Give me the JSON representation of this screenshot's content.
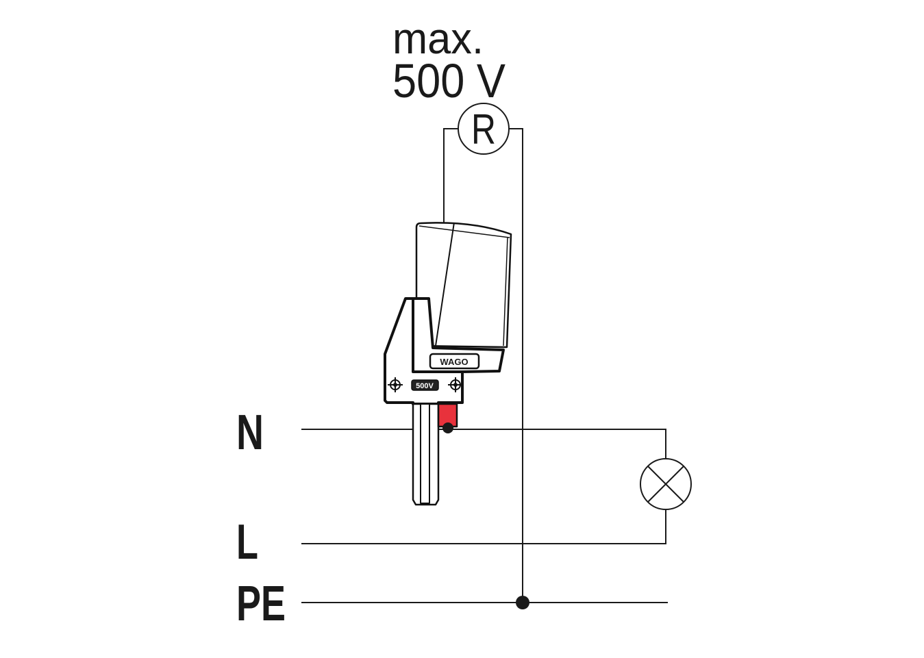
{
  "voltage_label": {
    "line1": "max.",
    "line2": "500 V"
  },
  "resistor_symbol": "R",
  "conductors": {
    "neutral": "N",
    "line": "L",
    "protective_earth": "PE"
  },
  "device": {
    "logo": "WAGO",
    "rating_label": "500V"
  },
  "colors": {
    "line": "#1a1a1a",
    "accent": "#e8323c"
  }
}
